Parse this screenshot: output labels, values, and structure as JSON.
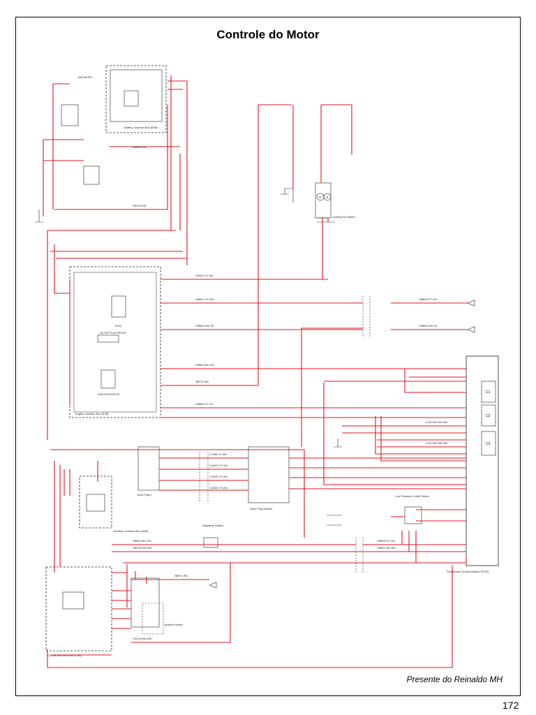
{
  "page": {
    "title": "Controle do Motor",
    "credit": "Presente do Reinaldo MH",
    "page_number": "172"
  },
  "colors": {
    "wire_red": "#e0141e",
    "wire_black": "#222222",
    "frame": "#000000"
  },
  "components": {
    "battery_junction_box": "Battery Junction Box (BJB)",
    "engine_junction_box": "Engine Junction Box (EJB)",
    "central_junction_box": "Central Junction Box (CJB)",
    "auxiliary_junction_box": "Auxiliary Junction Box (AJB)",
    "powertrain_control_module": "Powertrain Control Module (PCM)",
    "cooling_fan_motor": "Cooling Fan Motor",
    "glow_plug_module": "Glow Plug Module",
    "glow_plug": "Glow Plug 1",
    "ignition_switch": "Ignition Switch",
    "stoplamp_switch": "Stoplamp Switch",
    "low_pressure_switch": "Low Pressure Cutoff Switch",
    "ignition_relay": "IGNITION RELAY",
    "glow_plug_relay": "GLOW PLUG RELAY",
    "pcm_connector_1": "C1",
    "pcm_connector_2": "C2",
    "pcm_connector_3": "C3",
    "motor_symbol": "M"
  }
}
